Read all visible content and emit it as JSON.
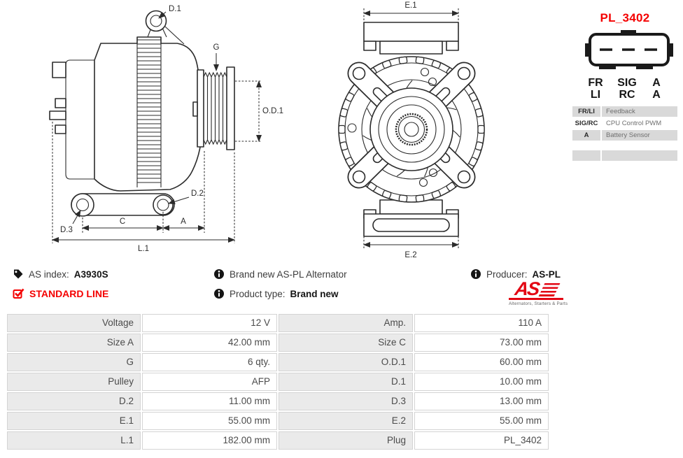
{
  "colors": {
    "accent_red": "#f40000",
    "logo_red": "#e30613",
    "drawing_line": "#2b2b2b",
    "table_label_bg": "#eaeaea",
    "legend_row_bg": "#d9d9d9"
  },
  "connector": {
    "title": "PL_3402",
    "pins": [
      [
        "FR",
        "SIG",
        "A"
      ],
      [
        "LI",
        "RC",
        "A"
      ]
    ],
    "legend": [
      {
        "key": "FR/LI",
        "desc": "Feedback"
      },
      {
        "key": "SIG/RC",
        "desc": "CPU Control PWM"
      },
      {
        "key": "A",
        "desc": "Battery Sensor"
      },
      {
        "key": "",
        "desc": ""
      }
    ]
  },
  "left_view_labels": {
    "d1": "D.1",
    "g": "G",
    "od1": "O.D.1",
    "d2": "D.2",
    "d3": "D.3",
    "c": "C",
    "a": "A",
    "l1": "L.1"
  },
  "front_view_labels": {
    "e1": "E.1",
    "e2": "E.2"
  },
  "info": {
    "as_index_label": "AS index:",
    "as_index_value": "A3930S",
    "description": "Brand new AS-PL Alternator",
    "producer_label": "Producer:",
    "producer_value": "AS-PL",
    "line_badge": "STANDARD LINE",
    "product_type_label": "Product type:",
    "product_type_value": "Brand new",
    "logo_text": "AS",
    "logo_caption": "Alternators, Starters & Parts"
  },
  "specs": {
    "rows": [
      [
        "Voltage",
        "12 V",
        "Amp.",
        "110 A"
      ],
      [
        "Size A",
        "42.00 mm",
        "Size C",
        "73.00 mm"
      ],
      [
        "G",
        "6 qty.",
        "O.D.1",
        "60.00 mm"
      ],
      [
        "Pulley",
        "AFP",
        "D.1",
        "10.00 mm"
      ],
      [
        "D.2",
        "11.00 mm",
        "D.3",
        "13.00 mm"
      ],
      [
        "E.1",
        "55.00 mm",
        "E.2",
        "55.00 mm"
      ],
      [
        "L.1",
        "182.00 mm",
        "Plug",
        "PL_3402"
      ]
    ]
  }
}
